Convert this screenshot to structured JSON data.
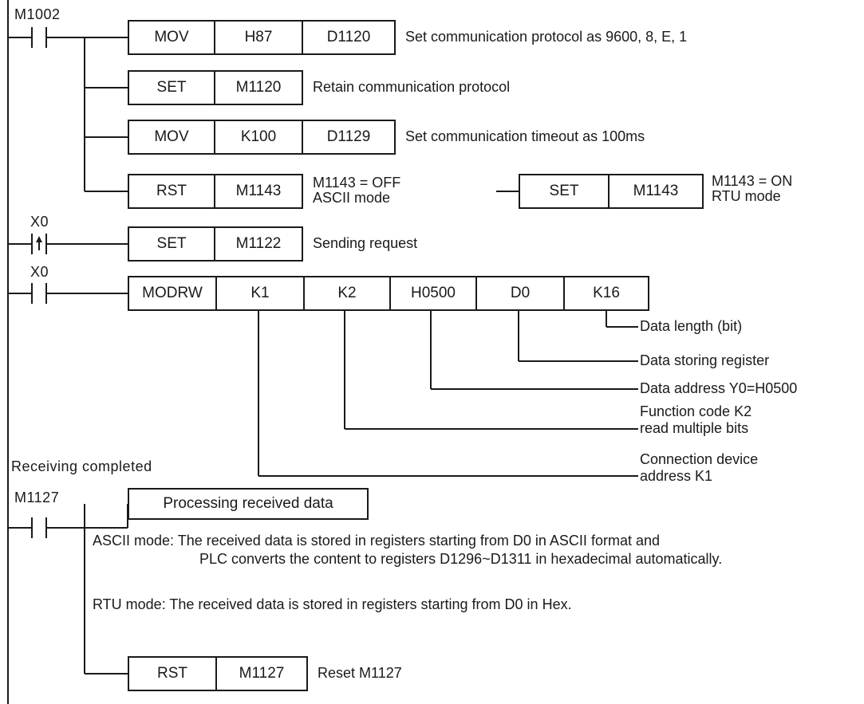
{
  "rungs": {
    "r1": {
      "contact": "M1002",
      "instr1": [
        "MOV",
        "H87",
        "D1120"
      ],
      "comment1": "Set communication protocol as 9600, 8, E, 1",
      "instr2": [
        "SET",
        "M1120"
      ],
      "comment2": "Retain communication protocol",
      "instr3": [
        "MOV",
        "K100",
        "D1129"
      ],
      "comment3": "Set communication timeout as 100ms",
      "instr4": [
        "RST",
        "M1143"
      ],
      "comment4_line1": "M1143 = OFF",
      "comment4_line2": "ASCII mode",
      "instr5": [
        "SET",
        "M1143"
      ],
      "comment5_line1": "M1143 = ON",
      "comment5_line2": "RTU mode"
    },
    "r2": {
      "contact": "X0",
      "instr": [
        "SET",
        "M1122"
      ],
      "comment": "Sending request"
    },
    "r3": {
      "contact": "X0",
      "instr": [
        "MODRW",
        "K1",
        "K2",
        "H0500",
        "D0",
        "K16"
      ],
      "ann_length": "Data length (bit)",
      "ann_register": "Data storing register",
      "ann_address": "Data address Y0=H0500",
      "ann_function_1": "Function code K2",
      "ann_function_2": "read multiple bits",
      "ann_device_1": "Connection device",
      "ann_device_2": "address K1"
    },
    "r4": {
      "section_label": "Receiving completed",
      "contact": "M1127",
      "process_box": "Processing received data",
      "ascii_line1": "ASCII mode: The received data is stored in registers starting from D0 in ASCII format and",
      "ascii_line2": "PLC converts the content to registers D1296~D1311 in  hexadecimal automatically.",
      "rtu_line": "RTU mode: The received data is stored in registers starting from D0 in Hex.",
      "instr": [
        "RST",
        "M1127"
      ],
      "comment": "Reset M1127"
    }
  }
}
